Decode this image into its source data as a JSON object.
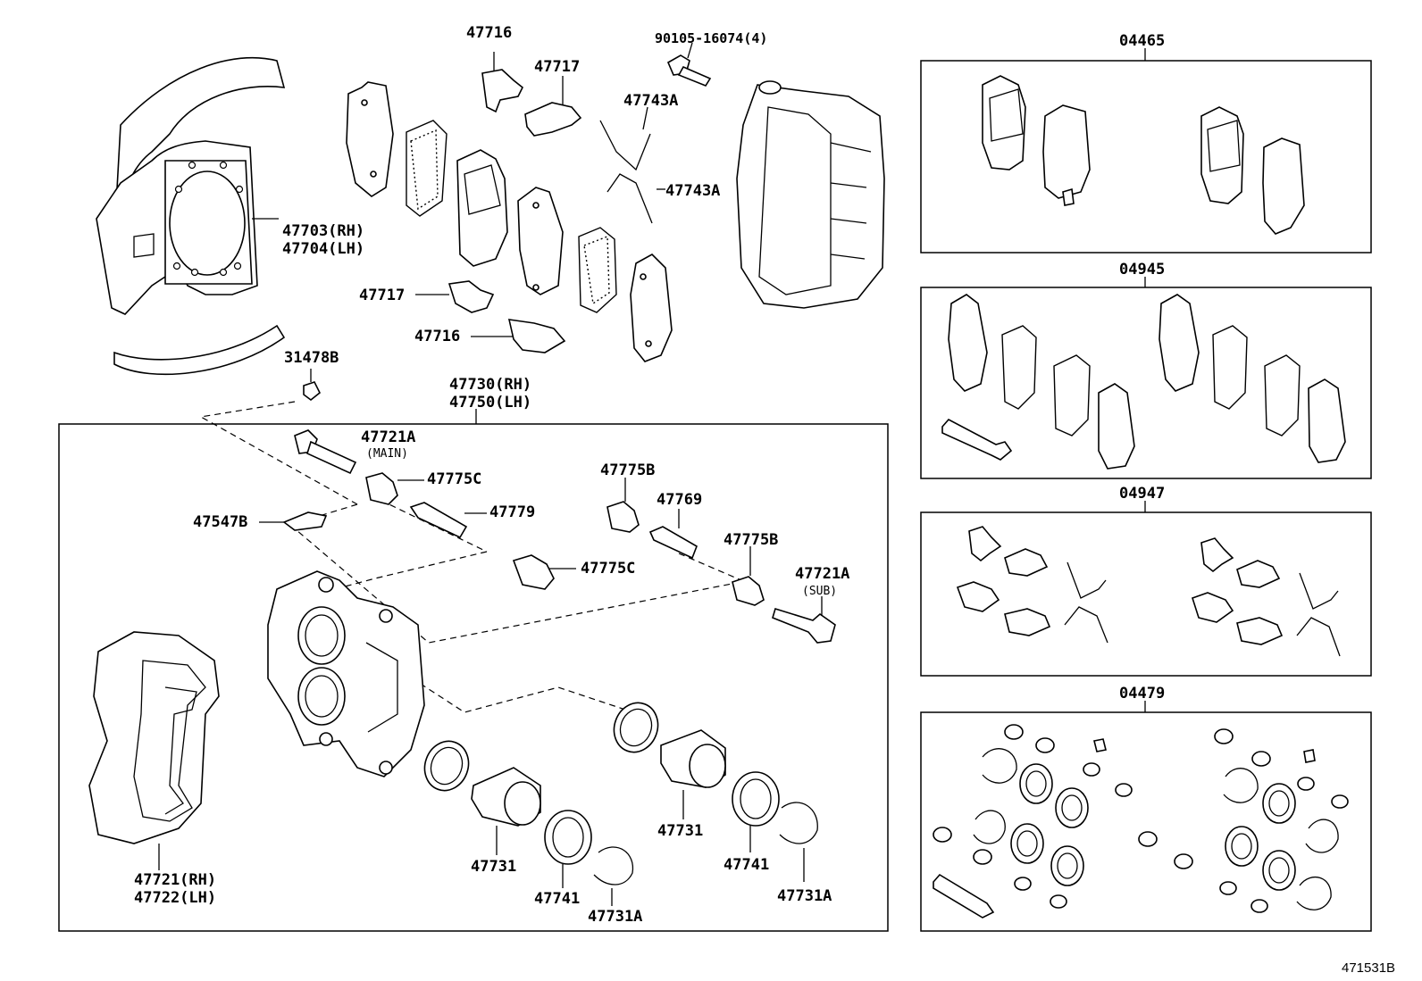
{
  "callouts": {
    "c47716_top": "47716",
    "c47717_top": "47717",
    "c90105": "90105-16074(4)",
    "c47743a_1": "47743A",
    "c47743a_2": "47743A",
    "c47703": "47703(RH)",
    "c47704": "47704(LH)",
    "c47717_mid": "47717",
    "c47716_mid": "47716",
    "c31478b": "31478B",
    "c47730": "47730(RH)",
    "c47750": "47750(LH)",
    "c47721a_main": "47721A",
    "c47721a_main_sub": "(MAIN)",
    "c47775c_1": "47775C",
    "c47779": "47779",
    "c47547b": "47547B",
    "c47775b_1": "47775B",
    "c47769": "47769",
    "c47775c_2": "47775C",
    "c47775b_2": "47775B",
    "c47721a_sub": "47721A",
    "c47721a_sub_sub": "(SUB)",
    "c47731_1": "47731",
    "c47741_1": "47741",
    "c47731a_1": "47731A",
    "c47731_2": "47731",
    "c47741_2": "47741",
    "c47731a_2": "47731A",
    "c47721": "47721(RH)",
    "c47722": "47722(LH)"
  },
  "kits": {
    "k04465": "04465",
    "k04945": "04945",
    "k04947": "04947",
    "k04479": "04479"
  },
  "illustration_id": "471531B"
}
